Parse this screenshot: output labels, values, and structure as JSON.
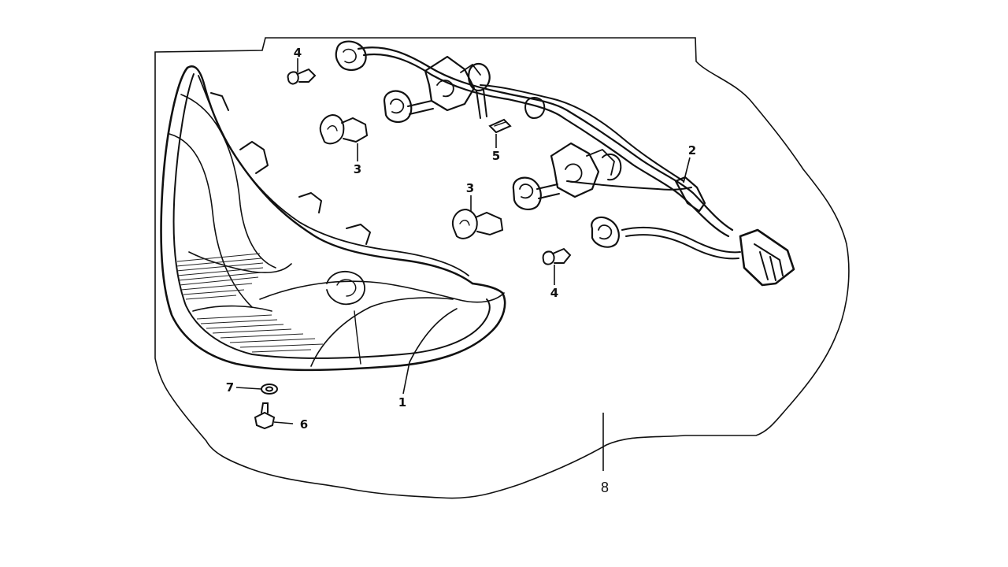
{
  "diagram": {
    "kind": "exploded parts diagram",
    "line_color": "#111111",
    "background": "#ffffff",
    "callouts": [
      {
        "id": "c1",
        "label": "1"
      },
      {
        "id": "c2",
        "label": "2"
      },
      {
        "id": "c3a",
        "label": "3"
      },
      {
        "id": "c3b",
        "label": "3"
      },
      {
        "id": "c4a",
        "label": "4"
      },
      {
        "id": "c4b",
        "label": "4"
      },
      {
        "id": "c5",
        "label": "5"
      },
      {
        "id": "c6",
        "label": "6"
      },
      {
        "id": "c7",
        "label": "7"
      },
      {
        "id": "c8",
        "label": "8"
      }
    ]
  }
}
